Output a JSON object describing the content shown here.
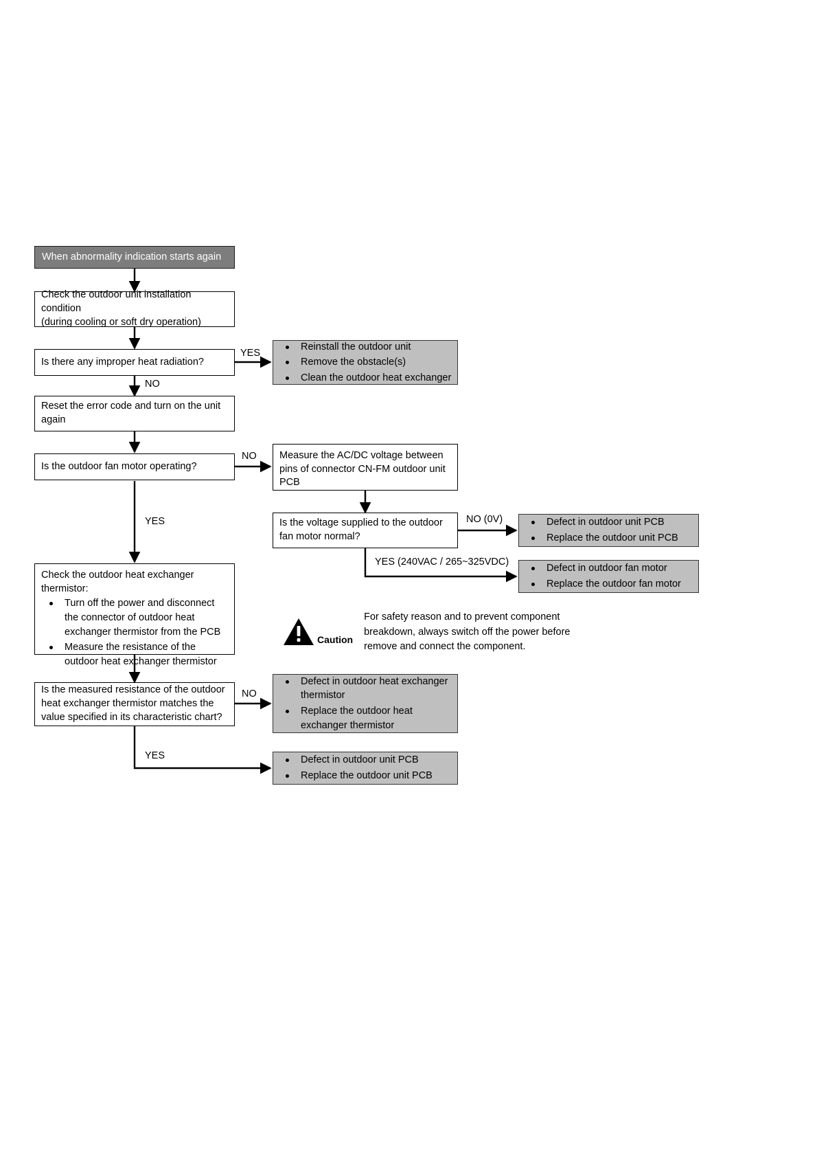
{
  "diagram": {
    "title": "Outdoor fan motor / heat exchanger thermistor abnormality troubleshooting flowchart",
    "colors": {
      "start_fill": "#7d7d7d",
      "result_fill": "#bfbfbf",
      "process_fill": "#ffffff",
      "line": "#000000"
    },
    "start": {
      "label": "When abnormality indication starts again"
    },
    "steps": {
      "check_install_line1": "Check the outdoor unit installation condition",
      "check_install_line2": "(during cooling or soft dry operation)",
      "q_heat_radiation": "Is there any improper heat radiation?",
      "reset_line1": "Reset the error code and turn on the unit",
      "reset_line2": "again",
      "q_fan_motor": "Is the outdoor fan motor operating?",
      "measure_voltage": "Measure the AC/DC voltage between pins of connector CN-FM outdoor unit PCB",
      "q_voltage_line1": "Is the voltage supplied to the outdoor",
      "q_voltage_line2": "fan motor normal?",
      "check_thermistor_head": "Check the outdoor heat exchanger thermistor:",
      "check_thermistor_b1": "Turn off the power and disconnect the connector of outdoor heat exchanger thermistor from the PCB",
      "check_thermistor_b2": "Measure the resistance of the outdoor heat exchanger thermistor",
      "q_resistance": "Is the measured resistance of the outdoor heat exchanger thermistor matches the value specified in its characteristic chart?"
    },
    "results": {
      "heat_radiation_yes": [
        "Reinstall the outdoor unit",
        "Remove the obstacle(s)",
        "Clean the outdoor heat exchanger"
      ],
      "voltage_no": [
        "Defect in outdoor unit PCB",
        "Replace the outdoor unit PCB"
      ],
      "voltage_yes": [
        "Defect in outdoor fan motor",
        "Replace the outdoor fan motor"
      ],
      "resistance_no": [
        "Defect in outdoor heat exchanger thermistor",
        "Replace the outdoor heat exchanger thermistor"
      ],
      "resistance_yes": [
        "Defect in outdoor unit PCB",
        "Replace the outdoor unit PCB"
      ]
    },
    "edge_labels": {
      "heat_radiation_yes": "YES",
      "heat_radiation_no": "NO",
      "fan_motor_no": "NO",
      "fan_motor_yes": "YES",
      "voltage_no": "NO (0V)",
      "voltage_yes": "YES (240VAC / 265~325VDC)",
      "resistance_no": "NO",
      "resistance_yes": "YES"
    },
    "caution": {
      "word": "Caution",
      "line1": "For safety reason and to prevent component",
      "line2": "breakdown, always switch off the power before",
      "line3": "remove and connect the component."
    }
  }
}
